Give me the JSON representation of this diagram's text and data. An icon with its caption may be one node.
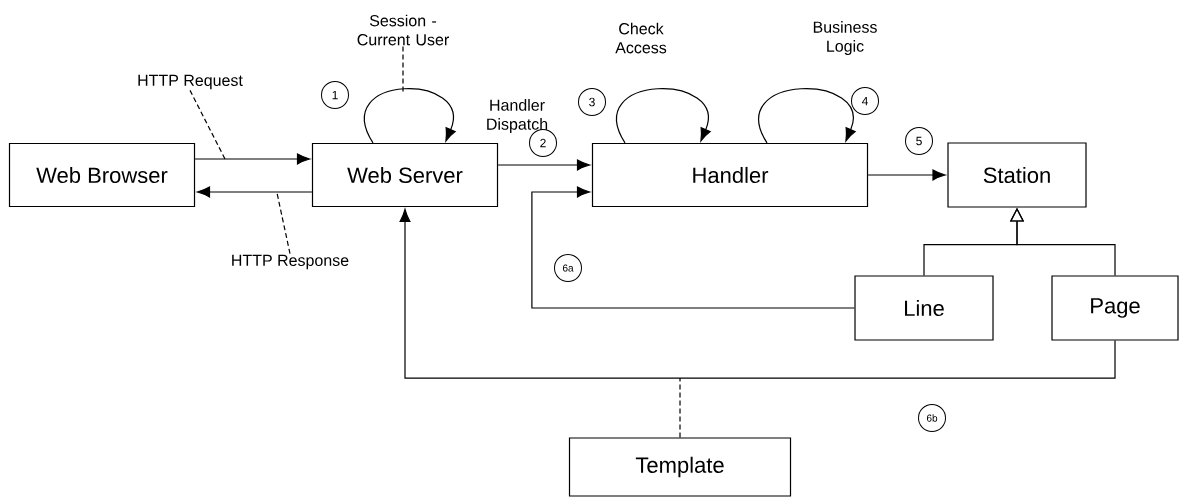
{
  "diagram": {
    "nodes": [
      {
        "text": [
          "Session - Current User"
        ]
      },
      {
        "text": [
          "HTTP Request"
        ]
      },
      {
        "text": [
          "1"
        ]
      },
      {
        "text": [
          "3"
        ]
      },
      {
        "text": [
          "4"
        ]
      },
      {
        "text": [
          "2"
        ]
      },
      {
        "text": [
          "Web Browser"
        ]
      },
      {
        "text": [
          "Web Server"
        ]
      },
      {
        "text": [
          "Handler"
        ]
      },
      {
        "text": [
          "5"
        ]
      },
      {
        "text": [
          "Station"
        ]
      },
      {
        "text": [
          "HTTP Response"
        ]
      },
      {
        "text": [
          "6a"
        ]
      },
      {
        "text": [
          "Line"
        ]
      },
      {
        "text": [
          "Page"
        ]
      },
      {
        "text": [
          "6b"
        ]
      },
      {
        "text": [
          "Template"
        ]
      }
    ],
    "edges": [
      {
        "from": 6,
        "to": 7,
        "arrow": "to"
      },
      {
        "from": 7,
        "to": 6,
        "arrow": "to"
      },
      {
        "from": 7,
        "to": 7,
        "arrow": "to"
      },
      {
        "from": 7,
        "to": 8,
        "arrow": "to"
      },
      {
        "from": 8,
        "to": 8,
        "arrow": "to"
      },
      {
        "from": 8,
        "to": 8,
        "arrow": "to"
      },
      {
        "from": 8,
        "to": 10,
        "arrow": "to"
      },
      {
        "from": 13,
        "to": 10,
        "arrow": "to"
      },
      {
        "from": 14,
        "to": 10,
        "arrow": "to"
      },
      {
        "from": 13,
        "to": 8,
        "arrow": "to"
      },
      {
        "from": 14,
        "to": 7,
        "arrow": "to"
      },
      {
        "from": 1,
        "to": null,
        "arrow": "none",
        "style": "dashed"
      },
      {
        "from": 11,
        "to": null,
        "arrow": "none",
        "style": "dashed"
      },
      {
        "from": 0,
        "to": null,
        "arrow": "none",
        "style": "dashed"
      },
      {
        "from": 16,
        "to": null,
        "arrow": "none",
        "style": "dashed"
      }
    ],
    "labels": [
      "Handler Dispatch",
      "Check Access",
      "Business Logic"
    ]
  }
}
